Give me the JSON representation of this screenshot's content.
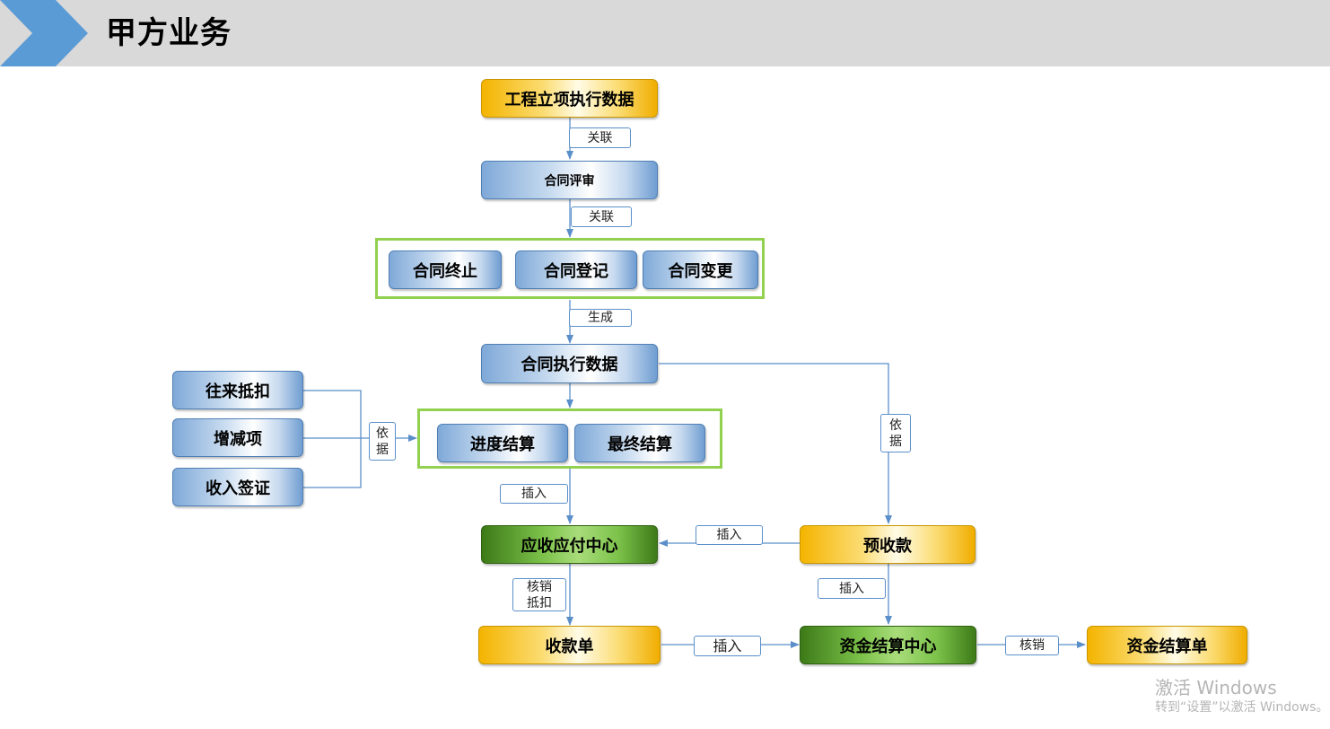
{
  "header": {
    "title": "甲方业务",
    "chevron_color": "#5b9bd5",
    "background_color": "#d9d9d9"
  },
  "nodes": {
    "project_data": "工程立项执行数据",
    "contract_review": "合同评审",
    "contract_terminate": "合同终止",
    "contract_register": "合同登记",
    "contract_change": "合同变更",
    "contract_exec_data": "合同执行数据",
    "offset": "往来抵扣",
    "increase_decrease": "增减项",
    "income_visa": "收入签证",
    "progress_settlement": "进度结算",
    "final_settlement": "最终结算",
    "ar_ap_center": "应收应付中心",
    "advance_receipt": "预收款",
    "receipt_voucher": "收款单",
    "fund_settlement_center": "资金结算中心",
    "fund_settlement_voucher": "资金结算单"
  },
  "labels": {
    "link1": "关联",
    "link2": "关联",
    "generate": "生成",
    "basis_left": [
      "依",
      "据"
    ],
    "basis_right": [
      "依",
      "据"
    ],
    "insert_down": "插入",
    "insert_left": "插入",
    "insert_prepay_down": "插入",
    "writeoff_offset": [
      "核销",
      "抵扣"
    ],
    "insert_bottom": "插入",
    "writeoff_right": "核销"
  },
  "colors": {
    "blue_node": "#7fa9d8",
    "yellow_node": "#f4b400",
    "green_node": "#3d7a18",
    "group_border": "#92d050",
    "connector": "#5b8fc9"
  },
  "watermark": {
    "line1": "激活 Windows",
    "line2": "转到“设置”以激活 Windows。"
  }
}
